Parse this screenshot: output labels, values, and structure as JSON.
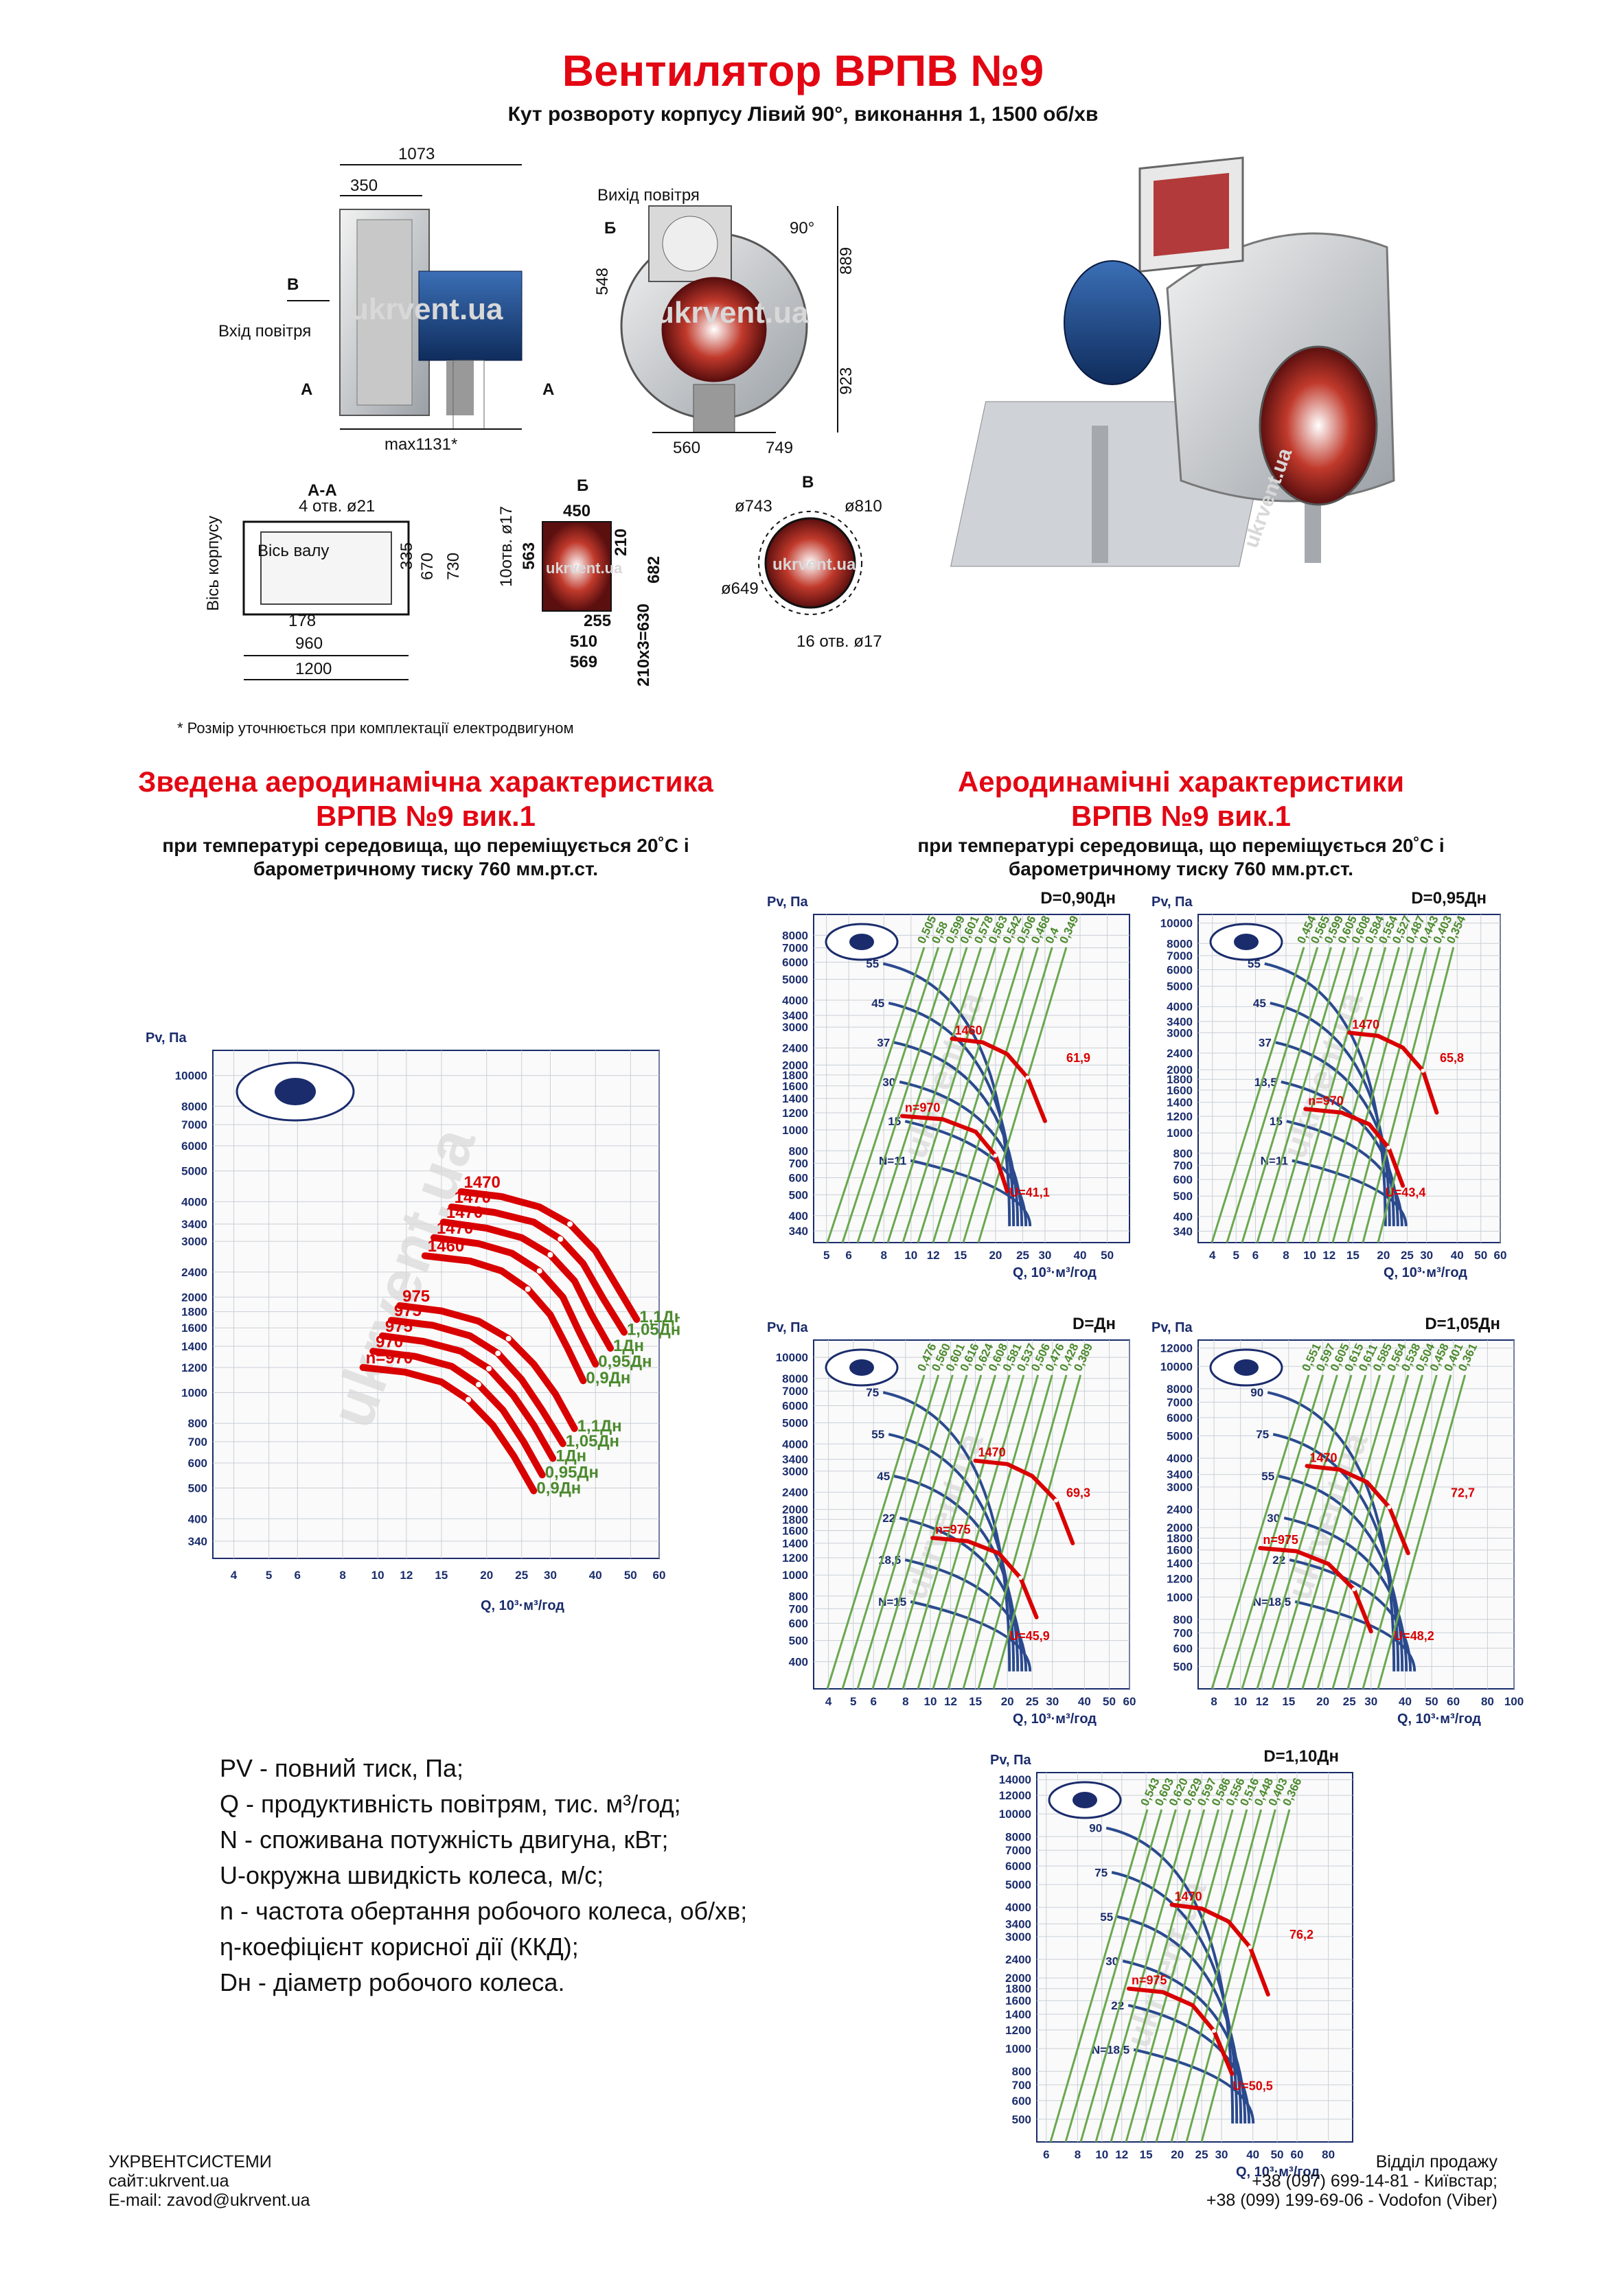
{
  "title": "Вентилятор ВРПВ №9",
  "subtitle": "Кут розвороту корпусу Лівий 90°, виконання 1, 1500 об/хв",
  "drawings": {
    "side_view": {
      "dim_total": "1073",
      "dim_inlet": "350",
      "dim_max": "max1131*",
      "mark_b": "В",
      "mark_a_left": "А",
      "mark_a_right": "А",
      "inlet_label": "Вхід повітря"
    },
    "front_view": {
      "outlet_label": "Вихід повітря",
      "mark_b": "Б",
      "angle": "90°",
      "dim_548": "548",
      "dim_889": "889",
      "dim_923": "923",
      "dim_560": "560",
      "dim_749": "749"
    },
    "section_aa": {
      "title": "А-А",
      "holes": "4 отв. ø21",
      "axis_body": "Вісь корпусу",
      "axis_shaft": "Вісь валу",
      "dim_335": "335",
      "dim_670": "670",
      "dim_730": "730",
      "dim_178": "178",
      "dim_960": "960",
      "dim_1200": "1200"
    },
    "section_b": {
      "title": "Б",
      "dim_450": "450",
      "holes": "10отв. ø17",
      "dim_563": "563",
      "dim_210": "210",
      "dim_682": "682",
      "dim_255": "255",
      "dim_510": "510",
      "dim_569": "569",
      "dim_630": "210x3=630"
    },
    "section_v": {
      "title": "В",
      "d743": "ø743",
      "d810": "ø810",
      "d649": "ø649",
      "holes": "16 отв. ø17"
    },
    "watermark": "ukrvent.ua"
  },
  "footnote": "* Розмір уточнюється при комплектації електродвигуном",
  "left_section": {
    "heading1": "Зведена аеродинамічна характеристика",
    "heading2": "ВРПВ №9 вик.1",
    "sub1": "при температурі середовища, що переміщується 20˚С і",
    "sub2": "барометричному тиску 760 мм.рт.ст."
  },
  "right_section": {
    "heading1": "Аеродинамічні характеристики",
    "heading2": "ВРПВ №9 вик.1",
    "sub1": "при температурі середовища, що переміщується 20˚С і",
    "sub2": "барометричному тиску 760 мм.рт.ст."
  },
  "legend": [
    "PV - повний тиск, Па;",
    "Q - продуктивність повітрям, тис. м³/год;",
    "N - споживана потужність двигуна, кВт;",
    "U-окружна швидкість колеса, м/с;",
    "n - частота обертання робочого колеса, об/хв;",
    "η-коефіцієнт корисної дії (ККД);",
    "Dн - діаметр робочого колеса."
  ],
  "footer": {
    "company": "УКРВЕНТСИСТЕМИ",
    "site": "сайт:ukrvent.ua",
    "email": "E-mail: zavod@ukrvent.ua",
    "sales": "Відділ продажу",
    "phone1": "+38 (097) 699-14-81 - Київстар;",
    "phone2": "+38 (099) 199-69-06 - Vodofon (Viber)"
  },
  "chart_data": [
    {
      "type": "line",
      "title": "",
      "xlabel": "Q, 10³·м³/год",
      "ylabel": "Pv, Па",
      "x_scale": "log",
      "y_scale": "log",
      "xlim": [
        3.5,
        60
      ],
      "ylim": [
        300,
        12000
      ],
      "x_ticks": [
        4,
        5,
        6,
        8,
        10,
        12,
        15,
        20,
        25,
        30,
        40,
        50,
        60
      ],
      "y_ticks": [
        340,
        400,
        500,
        600,
        700,
        800,
        1000,
        1200,
        1400,
        1600,
        1800,
        2000,
        2400,
        3000,
        3400,
        4000,
        5000,
        6000,
        7000,
        8000,
        10000
      ],
      "series": [
        {
          "name": "1,1Дн",
          "speed_label": "1470",
          "x": [
            17,
            22,
            28,
            34,
            40,
            46,
            52
          ],
          "y": [
            4300,
            4150,
            3850,
            3400,
            2800,
            2150,
            1700
          ]
        },
        {
          "name": "1,05Дн",
          "speed_label": "1470",
          "x": [
            16,
            21,
            27,
            32,
            37,
            42,
            48
          ],
          "y": [
            3850,
            3700,
            3450,
            3050,
            2550,
            1980,
            1550
          ]
        },
        {
          "name": "1Дн",
          "speed_label": "1470",
          "x": [
            15.2,
            20,
            25,
            30,
            35,
            39,
            44
          ],
          "y": [
            3450,
            3300,
            3080,
            2720,
            2250,
            1760,
            1380
          ]
        },
        {
          "name": "0,95Дн",
          "speed_label": "1470",
          "x": [
            14.3,
            19,
            23.5,
            28,
            32.5,
            36,
            40
          ],
          "y": [
            3080,
            2950,
            2750,
            2420,
            2000,
            1560,
            1230
          ]
        },
        {
          "name": "0,9Дн",
          "speed_label": "1460",
          "x": [
            13.5,
            18,
            22,
            26,
            30,
            33.5,
            37
          ],
          "y": [
            2700,
            2600,
            2420,
            2120,
            1760,
            1380,
            1090
          ]
        },
        {
          "name": "1,1Дн",
          "speed_label": "975",
          "x": [
            11.5,
            15,
            19,
            23,
            27,
            31,
            35
          ],
          "y": [
            1880,
            1810,
            1680,
            1480,
            1230,
            990,
            770
          ]
        },
        {
          "name": "1,05Дн",
          "speed_label": "975",
          "x": [
            10.9,
            14.2,
            18,
            21.5,
            25,
            28.5,
            32.5
          ],
          "y": [
            1690,
            1630,
            1510,
            1330,
            1100,
            880,
            690
          ]
        },
        {
          "name": "1Дн",
          "speed_label": "975",
          "x": [
            10.3,
            13.4,
            17,
            20.3,
            23.7,
            27,
            30.5
          ],
          "y": [
            1510,
            1450,
            1350,
            1190,
            980,
            790,
            620
          ]
        },
        {
          "name": "0,95Дн",
          "speed_label": "970",
          "x": [
            9.7,
            12.7,
            16,
            19,
            22.2,
            25.3,
            28.5
          ],
          "y": [
            1350,
            1300,
            1210,
            1060,
            880,
            700,
            550
          ]
        },
        {
          "name": "0,9Дн",
          "speed_label": "n=970",
          "x": [
            9.1,
            11.9,
            15,
            17.8,
            20.8,
            23.8,
            27
          ],
          "y": [
            1200,
            1160,
            1080,
            950,
            790,
            630,
            490
          ]
        }
      ]
    },
    {
      "type": "line",
      "title": "D=0,90Дн",
      "xlabel": "Q, 10³·м³/год",
      "ylabel": "Pv, Па",
      "x_scale": "log",
      "y_scale": "log",
      "xlim": [
        4.5,
        60
      ],
      "ylim": [
        300,
        10000
      ],
      "x_ticks": [
        5,
        6,
        8,
        10,
        12,
        15,
        20,
        25,
        30,
        40,
        50
      ],
      "y_ticks": [
        340,
        400,
        500,
        600,
        700,
        800,
        1000,
        1200,
        1400,
        1600,
        1800,
        2000,
        2400,
        3000,
        3400,
        4000,
        5000,
        6000,
        7000,
        8000
      ],
      "power_labels": [
        "55",
        "45",
        "37",
        "30",
        "15",
        "N=11"
      ],
      "efficiency_labels": [
        "0,505",
        "0,58",
        "0,599",
        "0,601",
        "0,578",
        "0,563",
        "0,542",
        "0,506",
        "0,468",
        "0,4",
        "0,349"
      ],
      "series": [
        {
          "name": "1460",
          "x": [
            14,
            18,
            22,
            26,
            30
          ],
          "y": [
            2650,
            2550,
            2250,
            1750,
            1100
          ]
        },
        {
          "name": "n=970",
          "x": [
            9.3,
            13,
            17,
            20,
            22
          ],
          "y": [
            1160,
            1120,
            980,
            760,
            520
          ]
        }
      ],
      "annotations": [
        "61,9",
        "U=41,1"
      ]
    },
    {
      "type": "line",
      "title": "D=0,95Дн",
      "xlabel": "Q, 10³·м³/год",
      "ylabel": "Pv, Па",
      "x_scale": "log",
      "y_scale": "log",
      "xlim": [
        3.5,
        60
      ],
      "ylim": [
        300,
        11000
      ],
      "x_ticks": [
        4,
        5,
        6,
        8,
        10,
        12,
        15,
        20,
        25,
        30,
        40,
        50,
        60
      ],
      "y_ticks": [
        340,
        400,
        500,
        600,
        700,
        800,
        1000,
        1200,
        1400,
        1600,
        1800,
        2000,
        2400,
        3000,
        3400,
        4000,
        5000,
        6000,
        7000,
        8000,
        10000
      ],
      "power_labels": [
        "55",
        "45",
        "37",
        "18,5",
        "15",
        "N=11"
      ],
      "efficiency_labels": [
        "0,454",
        "0,565",
        "0,599",
        "0,605",
        "0,608",
        "0,584",
        "0,554",
        "0,527",
        "0,487",
        "0,443",
        "0,403",
        "0,354"
      ],
      "series": [
        {
          "name": "1470",
          "x": [
            14.5,
            19,
            24,
            29,
            33
          ],
          "y": [
            3000,
            2900,
            2550,
            1980,
            1250
          ]
        },
        {
          "name": "n=970",
          "x": [
            9.6,
            13.5,
            17.5,
            21,
            24
          ],
          "y": [
            1300,
            1250,
            1100,
            850,
            560
          ]
        }
      ],
      "annotations": [
        "65,8",
        "U=43,4"
      ]
    },
    {
      "type": "line",
      "title": "D=Дн",
      "xlabel": "Q, 10³·м³/год",
      "ylabel": "Pv, Па",
      "x_scale": "log",
      "y_scale": "log",
      "xlim": [
        3.5,
        60
      ],
      "ylim": [
        300,
        12000
      ],
      "x_ticks": [
        4,
        5,
        6,
        8,
        10,
        12,
        15,
        20,
        25,
        30,
        40,
        50,
        60
      ],
      "y_ticks": [
        400,
        500,
        600,
        700,
        800,
        1000,
        1200,
        1400,
        1600,
        1800,
        2000,
        2400,
        3000,
        3400,
        4000,
        5000,
        6000,
        7000,
        8000,
        10000
      ],
      "power_labels": [
        "75",
        "55",
        "45",
        "22",
        "18,5",
        "N=15"
      ],
      "efficiency_labels": [
        "0,476",
        "0,560",
        "0,601",
        "0,616",
        "0,624",
        "0,608",
        "0,581",
        "0,537",
        "0,506",
        "0,476",
        "0,428",
        "0,389"
      ],
      "series": [
        {
          "name": "1470",
          "x": [
            15,
            20,
            25,
            31,
            36
          ],
          "y": [
            3350,
            3230,
            2850,
            2200,
            1400
          ]
        },
        {
          "name": "n=975",
          "x": [
            10.2,
            14,
            18.5,
            22.5,
            26
          ],
          "y": [
            1480,
            1430,
            1260,
            970,
            640
          ]
        }
      ],
      "annotations": [
        "69,3",
        "U=45,9"
      ]
    },
    {
      "type": "line",
      "title": "D=1,05Дн",
      "xlabel": "Q, 10³·м³/год",
      "ylabel": "Pv, Па",
      "x_scale": "log",
      "y_scale": "log",
      "xlim": [
        7,
        100
      ],
      "ylim": [
        400,
        13000
      ],
      "x_ticks": [
        8,
        10,
        12,
        15,
        20,
        25,
        30,
        40,
        50,
        60,
        80,
        100
      ],
      "y_ticks": [
        500,
        600,
        700,
        800,
        1000,
        1200,
        1400,
        1600,
        1800,
        2000,
        2400,
        3000,
        3400,
        4000,
        5000,
        6000,
        7000,
        8000,
        10000,
        12000
      ],
      "power_labels": [
        "90",
        "75",
        "55",
        "30",
        "22",
        "N=18,5"
      ],
      "efficiency_labels": [
        "0,551",
        "0,597",
        "0,605",
        "0,615",
        "0,611",
        "0,585",
        "0,564",
        "0,538",
        "0,504",
        "0,458",
        "0,401",
        "0,361"
      ],
      "series": [
        {
          "name": "1470",
          "x": [
            17.5,
            23,
            29,
            35,
            41
          ],
          "y": [
            3700,
            3570,
            3150,
            2450,
            1550
          ]
        },
        {
          "name": "n=975",
          "x": [
            11.8,
            16,
            21,
            26,
            30
          ],
          "y": [
            1630,
            1580,
            1390,
            1080,
            710
          ]
        }
      ],
      "annotations": [
        "72,7",
        "U=48,2"
      ]
    },
    {
      "type": "line",
      "title": "D=1,10Дн",
      "xlabel": "Q, 10³·м³/год",
      "ylabel": "Pv, Па",
      "x_scale": "log",
      "y_scale": "log",
      "xlim": [
        5.5,
        100
      ],
      "ylim": [
        400,
        15000
      ],
      "x_ticks": [
        6,
        8,
        10,
        12,
        15,
        20,
        25,
        30,
        40,
        50,
        60,
        80
      ],
      "y_ticks": [
        500,
        600,
        700,
        800,
        1000,
        1200,
        1400,
        1600,
        1800,
        2000,
        2400,
        3000,
        3400,
        4000,
        5000,
        6000,
        7000,
        8000,
        10000,
        12000,
        14000
      ],
      "power_labels": [
        "90",
        "75",
        "55",
        "30",
        "22",
        "N=18,5"
      ],
      "efficiency_labels": [
        "0,543",
        "0,603",
        "0,620",
        "0,629",
        "0,597",
        "0,586",
        "0,556",
        "0,516",
        "0,448",
        "0,403",
        "0,366"
      ],
      "series": [
        {
          "name": "1470",
          "x": [
            19,
            25,
            32,
            39,
            46
          ],
          "y": [
            4100,
            3950,
            3480,
            2700,
            1700
          ]
        },
        {
          "name": "n=975",
          "x": [
            12.8,
            17.5,
            23,
            28,
            33
          ],
          "y": [
            1800,
            1740,
            1530,
            1190,
            780
          ]
        }
      ],
      "annotations": [
        "76,2",
        "U=50,5"
      ]
    }
  ]
}
